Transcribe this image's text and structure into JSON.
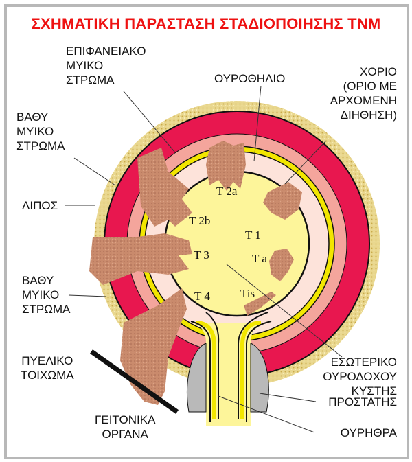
{
  "title": "ΣΧΗΜΑΤΙΚΗ ΠΑΡΑΣΤΑΣΗ ΣΤΑΔΙΟΠΟΙΗΣΗΣ ΤΝΜ",
  "labels": {
    "superficial_muscle": "ΕΠΙΦΑΝΕΙΑΚΟ\nΜΥΙΚΟ\nΣΤΡΩΜΑ",
    "urothelium": "ΟΥΡΟΘΗΛΙΟ",
    "chorion": "ΧΟΡΙΟ\n(ΟΡΙΟ ΜΕ\nΑΡΧΟΜΕΝΗ\nΔΙΗΘΗΣΗ)",
    "deep_muscle_top": "ΒΑΘΥ\nΜΥΙΚΟ\nΣΤΡΩΜΑ",
    "fat": "ΛΙΠΟΣ",
    "deep_muscle_bottom": "ΒΑΘΥ\nΜΥΙΚΟ\nΣΤΡΩΜΑ",
    "pelvic_wall": "ΠΥΕΛΙΚΟ\nΤΟΙΧΩΜΑ",
    "adjacent_organs": "ΓΕΙΤΟΝΙΚΑ\nΟΡΓΑΝΑ",
    "bladder_interior": "ΕΣΩΤΕΡΙΚΟ\nΟΥΡΟΔΟΧΟΥ\nΚΥΣΤΗΣ",
    "prostate": "ΠΡΟΣΤΑΤΗΣ",
    "urethra": "ΟΥΡΗΘΡΑ"
  },
  "stages": {
    "t2a": "T 2a",
    "t2b": "T 2b",
    "t1": "T 1",
    "t3": "T 3",
    "ta": "T a",
    "t4": "T 4",
    "tis": "Tis"
  },
  "colors": {
    "fat": "#e6d28a",
    "muscle_deep": "#e8174f",
    "muscle_superficial": "#f4a59c",
    "lamina": "#fde3da",
    "urothelium": "#f2e600",
    "lumen": "#fdf59a",
    "tumor": "#c98a6c",
    "prostate": "#b9b9b9"
  }
}
